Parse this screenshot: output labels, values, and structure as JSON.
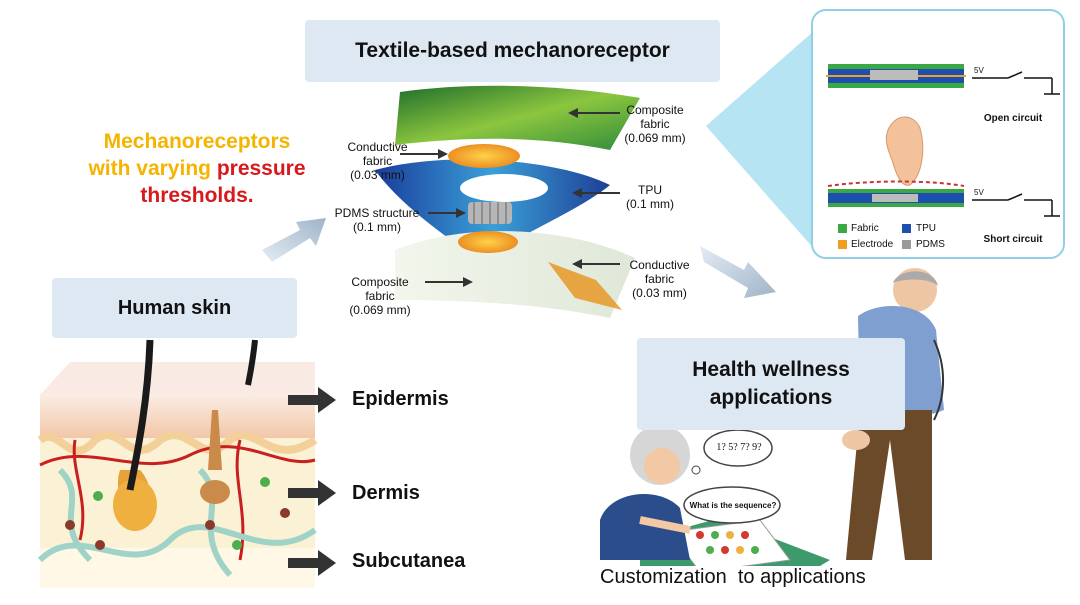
{
  "title": "Textile-based mechanoreceptor",
  "headline": {
    "line1": "Mechanoreceptors",
    "line2_a": "with varying ",
    "line2_b": "pressure",
    "line3": "thresholds."
  },
  "skin": {
    "title": "Human skin",
    "layers": [
      "Epidermis",
      "Dermis",
      "Subcutanea"
    ]
  },
  "layers": {
    "top_composite": {
      "name": "Composite fabric",
      "line1": "Composite",
      "line2": "fabric",
      "thickness": "(0.069 mm)"
    },
    "top_conductive": {
      "line1": "Conductive",
      "line2": "fabric",
      "thickness": "(0.03 mm)"
    },
    "tpu": {
      "line1": "TPU",
      "thickness": "(0.1 mm)"
    },
    "pdms": {
      "line1": "PDMS structure",
      "thickness": "(0.1 mm)"
    },
    "bottom_composite": {
      "line1": "Composite",
      "line2": "fabric",
      "thickness": "(0.069 mm)"
    },
    "bottom_conductive": {
      "line1": "Conductive",
      "line2": "fabric",
      "thickness": "(0.03 mm)"
    }
  },
  "circuit": {
    "voltage": "5V",
    "open": "Open circuit",
    "short": "Short circuit",
    "legend": [
      "Fabric",
      "TPU",
      "Electrode",
      "PDMS"
    ],
    "colors": {
      "fabric": "#3aa845",
      "tpu": "#1f4fae",
      "electrode": "#f0a020",
      "pdms": "#9a9a9a"
    }
  },
  "health": {
    "title_line1": "Health wellness",
    "title_line2": "applications",
    "bubble_numbers": "1? 5? 7? 9?",
    "bubble_question": "What is the sequence?",
    "caption": "Customization  to applications"
  },
  "colors": {
    "headline_yellow": "#f5b400",
    "headline_red": "#d7191c",
    "box_fill": "#dde8f3",
    "panel_border": "#8fd0e8"
  }
}
